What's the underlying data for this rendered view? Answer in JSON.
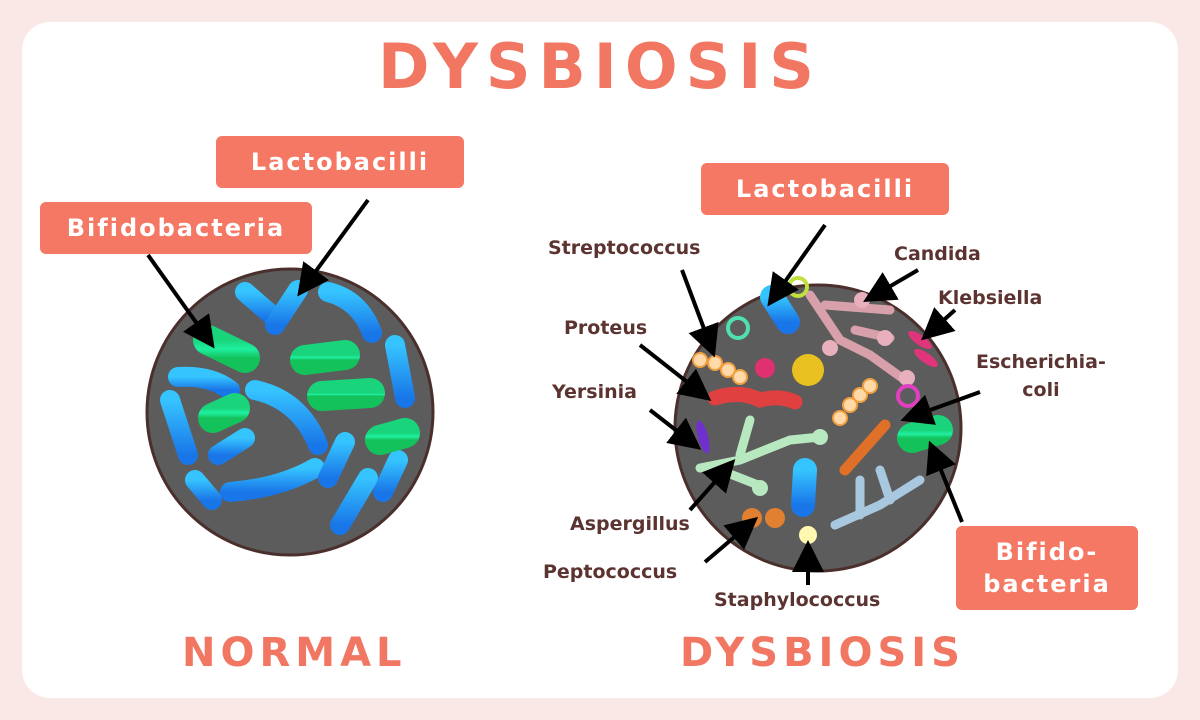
{
  "title": "DYSBIOSIS",
  "normal": {
    "caption": "NORMAL",
    "labels": {
      "lactobacilli": "Lactobacilli",
      "bifidobacteria": "Bifidobacteria"
    }
  },
  "dysbiosis": {
    "caption": "DYSBIOSIS",
    "labels": {
      "lactobacilli": "Lactobacilli",
      "streptococcus": "Streptococcus",
      "candida": "Candida",
      "klebsiella": "Klebsiella",
      "proteus": "Proteus",
      "escherichia_1": "Escherichia-",
      "escherichia_2": "coli",
      "yersinia": "Yersinia",
      "aspergillus": "Aspergillus",
      "peptococcus": "Peptococcus",
      "staphylococcus": "Staphylococcus",
      "bifido_1": "Bifido-",
      "bifido_2": "bacteria"
    }
  },
  "colors": {
    "accent": "#f47864",
    "label_text": "#5b3431",
    "dish": "#5c5c5c",
    "lacto": "#1aa3ff",
    "bifido": "#1fe07e"
  }
}
